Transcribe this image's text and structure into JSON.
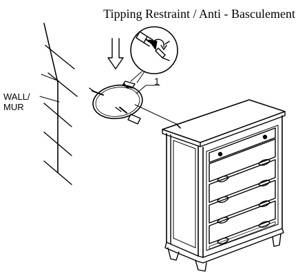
{
  "title": "Tipping Restraint / Anti - Basculement",
  "wall_label_line1": "WALL/",
  "wall_label_line2": "MUR",
  "callout_number": "1",
  "colors": {
    "line": "#000000",
    "background": "#ffffff"
  }
}
